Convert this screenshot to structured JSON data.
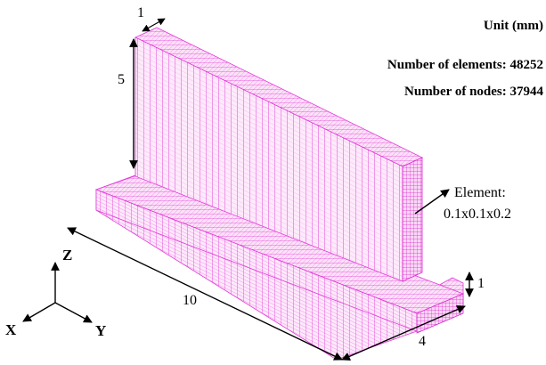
{
  "info": {
    "unit": "Unit (mm)",
    "elements": "Number of elements: 48252",
    "nodes": "Number of nodes: 37944"
  },
  "element_note": {
    "line1": "Element:",
    "line2": "0.1x0.1x0.2"
  },
  "dimensions": {
    "top_thickness": "1",
    "web_height": "5",
    "length": "10",
    "width": "4",
    "base_thickness": "1"
  },
  "axes": {
    "z": "Z",
    "x": "X",
    "y": "Y"
  },
  "colors": {
    "mesh_line": "#e23ad8",
    "mesh_fill": "#fde9fb",
    "annotation": "#000000"
  }
}
